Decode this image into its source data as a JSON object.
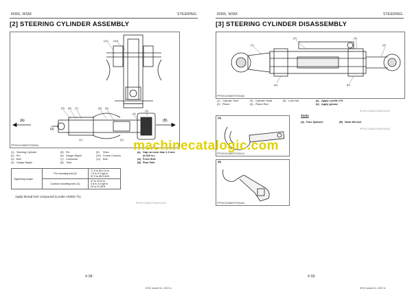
{
  "left_page": {
    "header_left": "R065, WSM",
    "header_right": "STEERING",
    "title": "[2]  STEERING CYLINDER ASSEMBLY",
    "figure_caption": "PFS0121860ST0026A",
    "callouts": [
      "(11)",
      "(10)",
      "(1)",
      "(2)",
      "(3)",
      "(4)",
      "(5)",
      "(6)",
      "(7)",
      "(8)",
      "(9)",
      "(A)",
      "(B)",
      "(a)"
    ],
    "legend": [
      [
        "(1)",
        "Steering Cylinder",
        "(5)",
        "Pin",
        "(9)",
        "Shim"
      ],
      [
        "(2)",
        "Pin",
        "(6)",
        "Gauge Nipple",
        "(10)",
        "Frame Cushion"
      ],
      [
        "(3)",
        "Bolt",
        "(7)",
        "Connector",
        "(11)",
        "Bolt"
      ],
      [
        "(4)",
        "Gauge Nipple",
        "(8)",
        "Tube",
        "",
        ""
      ]
    ],
    "legend_right": [
      [
        "(a)",
        "Gap no more than 1.0 mm"
      ],
      [
        "",
        "(0.039 in.)"
      ],
      [
        "(A)",
        "Front Side"
      ],
      [
        "(B)",
        "Rear Side"
      ]
    ],
    "torque": {
      "label": "Tightening torque",
      "rows": [
        {
          "item": "Pin mounting bolt (3)",
          "values": [
            "77.5 to 90.2 N·m",
            "7.9 to 9.2 kgf·m",
            "57.2 to 66.5 lbf·ft"
          ]
        },
        {
          "item": "Cushion mounting bolt (11)",
          "values": [
            "27 to 29 N·m",
            "2.8 to 3.0 kgf·m",
            "20 to 21 lbf·ft"
          ]
        }
      ]
    },
    "note": "Apply thread lock compound (Loctite AN302-71).",
    "code": "RY9212186STS0051US0",
    "page_number": "4-S8",
    "footer": "KiSC issued 11, 2022 A"
  },
  "right_page": {
    "header_left": "R065, WSM",
    "header_right": "STEERING",
    "title": "[3]  STEERING CYLINDER DISASSEMBLY",
    "figure_caption": "PFS0121860ST0016A",
    "callouts": [
      "(1)",
      "(2)",
      "(3)",
      "(4)",
      "(a)",
      "(b)"
    ],
    "legend": [
      [
        "(1)",
        "Cylinder Tube",
        "(3)",
        "Cylinder Head",
        "(5)",
        "Lock Nut",
        "(a)",
        "Apply Loctite 270"
      ],
      [
        "(2)",
        "Piston",
        "(4)",
        "Piston Rod",
        "",
        "",
        "(b)",
        "Apply grease"
      ]
    ],
    "code1": "RY9212186STS0052US0",
    "tool_A_label": "(A)",
    "tool_A_caption": "PFS0121860ST0011A",
    "tool_B_label": "(B)",
    "tool_B_caption": "PFS0121860ST0016A",
    "tools_heading": "Tools",
    "tools": [
      [
        "(A)",
        "Face Spanner",
        "(B)",
        "Hook Wrench"
      ]
    ],
    "code2": "RY9212186STS0053US0",
    "page_number": "4-S9",
    "footer": "KiSC issued 11, 2022 A"
  },
  "watermark": "machinecatalogic.com"
}
